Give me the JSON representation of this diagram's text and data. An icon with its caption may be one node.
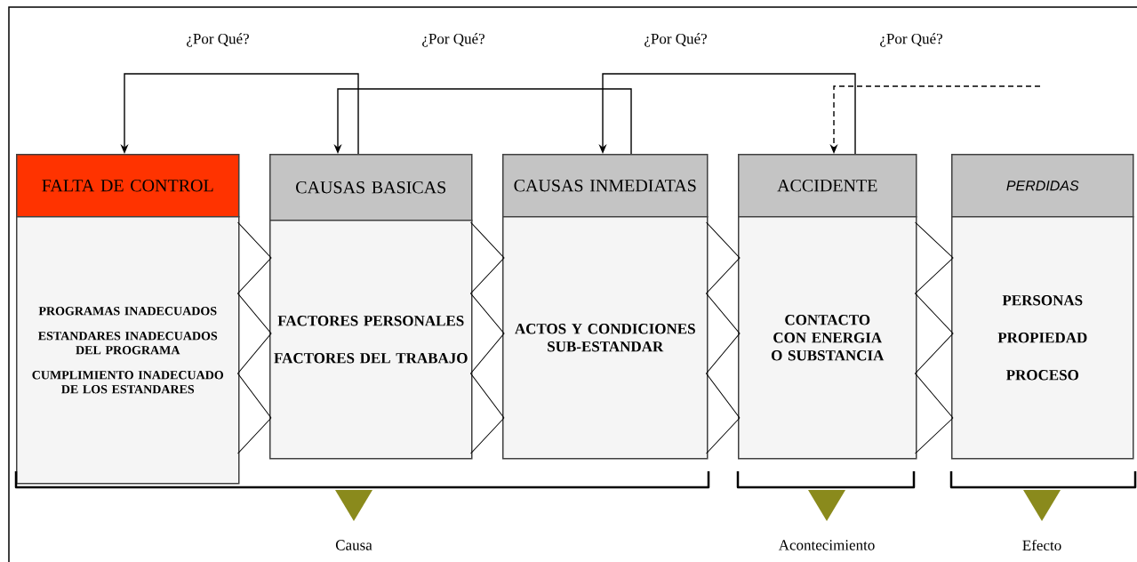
{
  "diagram": {
    "nodes": [
      {
        "text": [
          "FALTA DE CONTROL"
        ]
      },
      {
        "text": [
          "PROGRAMAS INADECUADOS",
          "ESTANDARES INADECUADOS DEL PROGRAMA",
          "CUMPLIMIENTO INADECUADO DE LOS ESTANDARES"
        ]
      },
      {
        "text": [
          "CAUSAS BASICAS"
        ]
      },
      {
        "text": [
          "FACTORES PERSONALES",
          "FACTORES DEL TRABAJO"
        ]
      },
      {
        "text": [
          "CAUSAS INMEDIATAS"
        ]
      },
      {
        "text": [
          "ACTOS Y CONDICIONES SUB-ESTANDAR"
        ]
      },
      {
        "text": [
          "ACCIDENTE"
        ]
      },
      {
        "text": [
          "CONTACTO CON ENERGIA O SUBSTANCIA"
        ]
      },
      {
        "text": [
          "PERDIDAS"
        ]
      },
      {
        "text": [
          "PERSONAS",
          "PROPIEDAD",
          "PROCESO"
        ]
      }
    ],
    "edges": [
      {
        "from": 2,
        "to": 0,
        "arrow": "to",
        "label": "¿Por Qué?"
      },
      {
        "from": 4,
        "to": 2,
        "arrow": "to",
        "label": "¿Por Qué?"
      },
      {
        "from": 6,
        "to": 4,
        "arrow": "to",
        "label": "¿Por Qué?"
      },
      {
        "from": null,
        "to": 6,
        "arrow": "to",
        "label": "¿Por Qué?",
        "style": "dashed"
      },
      {
        "from": 1,
        "to": 3,
        "arrow": "none"
      },
      {
        "from": 3,
        "to": 5,
        "arrow": "none"
      },
      {
        "from": 5,
        "to": 7,
        "arrow": "none"
      },
      {
        "from": 7,
        "to": 9,
        "arrow": "none"
      }
    ],
    "labels": [
      "Causa",
      "Acontecimiento",
      "Efecto"
    ]
  }
}
